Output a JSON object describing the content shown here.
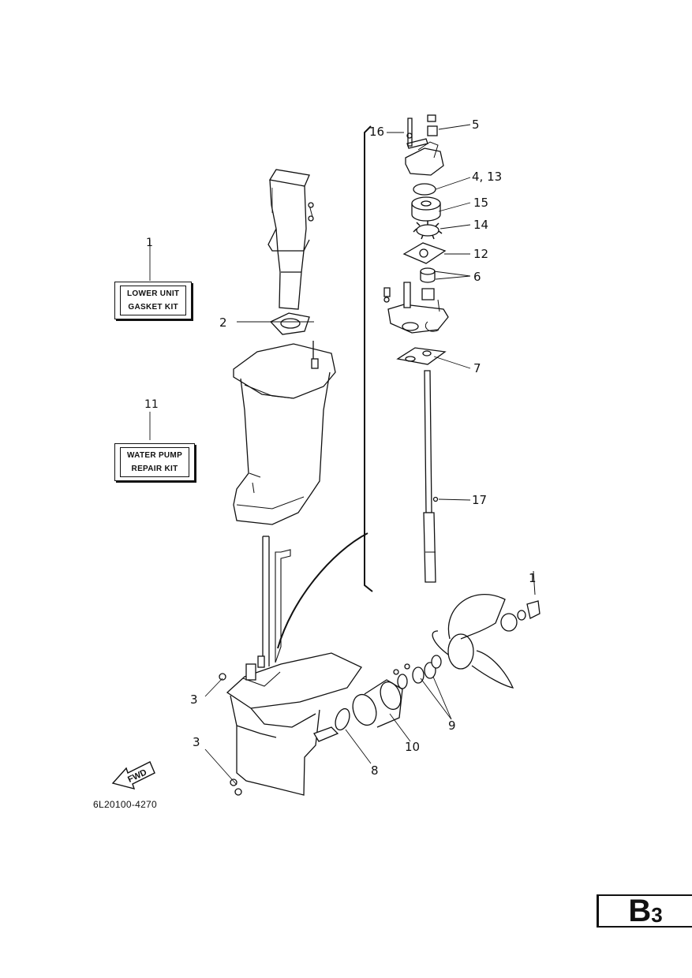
{
  "kits": [
    {
      "number": "1",
      "line1": "LOWER UNIT",
      "line2": "GASKET KIT"
    },
    {
      "number": "11",
      "line1": "WATER PUMP",
      "line2": "REPAIR KIT"
    }
  ],
  "callouts": {
    "c16": "16",
    "c5": "5",
    "c4_13": "4, 13",
    "c15": "15",
    "c14": "14",
    "c12": "12",
    "c6": "6",
    "c2": "2",
    "c7": "7",
    "c17": "17",
    "c1": "1",
    "c3a": "3",
    "c3b": "3",
    "c9": "9",
    "c10": "10",
    "c8": "8"
  },
  "fwd_label": "FWD",
  "part_code": "6L20100-4270",
  "page_badge": {
    "letter": "B",
    "number": "3"
  }
}
